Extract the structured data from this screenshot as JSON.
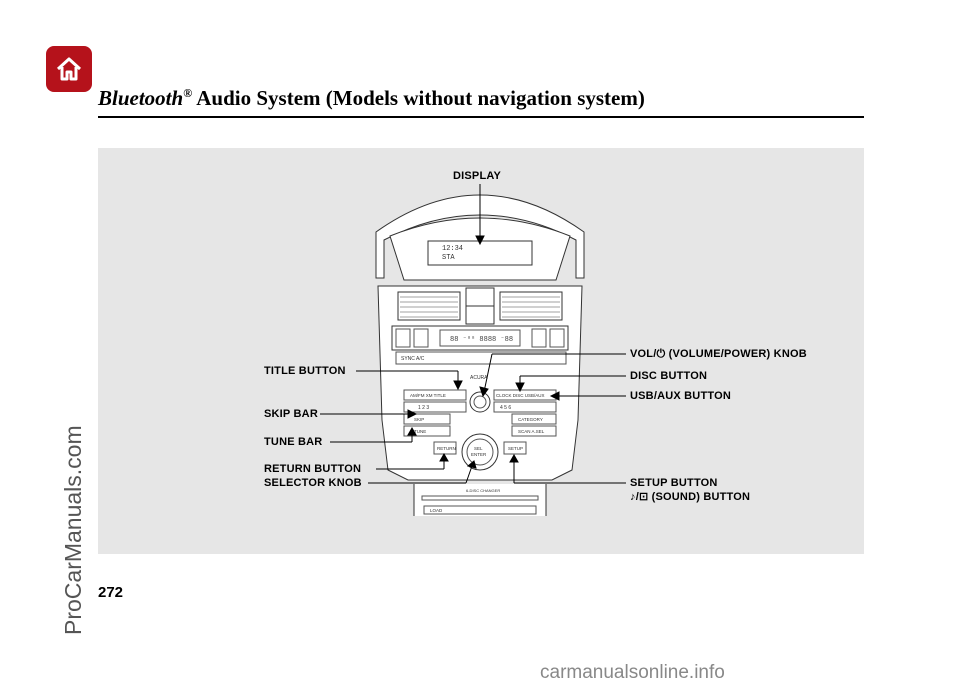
{
  "header": {
    "title_brand": "Bluetooth",
    "title_reg": "®",
    "title_rest": " Audio System (Models without navigation system)"
  },
  "page_number": "272",
  "sidebar_watermark": "ProCarManuals.com",
  "footer_watermark": "carmanualsonline.info",
  "home_icon": "home-icon",
  "colors": {
    "accent": "#b5121b",
    "panel": "#e6e6e6"
  },
  "callouts": {
    "display": "DISPLAY",
    "vol_knob": "VOL/⏻ (VOLUME/POWER) KNOB",
    "title_button": "TITLE BUTTON",
    "disc_button": "DISC BUTTON",
    "usb_aux_button": "USB/AUX BUTTON",
    "skip_bar": "SKIP BAR",
    "tune_bar": "TUNE BAR",
    "return_button": "RETURN BUTTON",
    "selector_knob": "SELECTOR KNOB",
    "setup_button": "SETUP BUTTON",
    "sound_button": "♪/⊡ (SOUND) BUTTON"
  }
}
